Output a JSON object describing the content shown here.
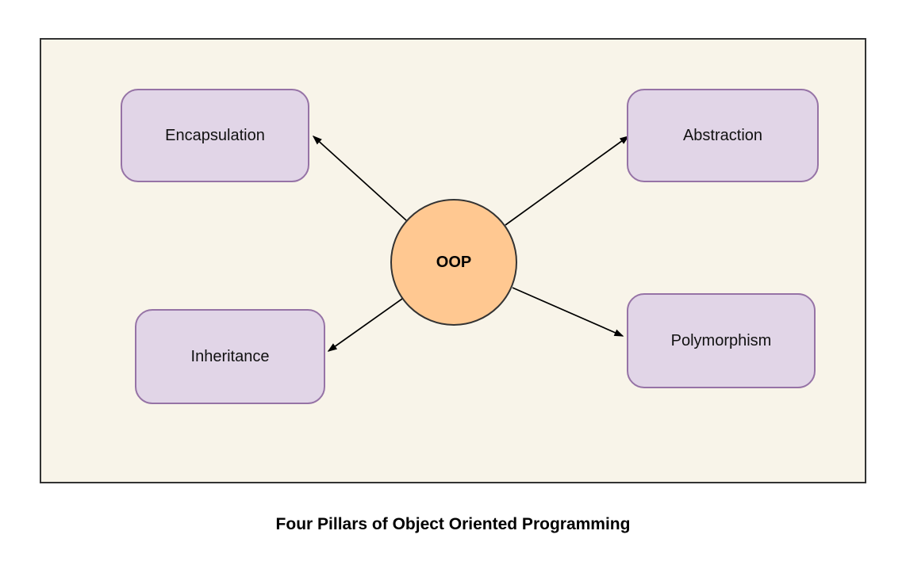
{
  "diagram": {
    "caption": "Four Pillars of Object Oriented Programming",
    "center_node": {
      "label": "OOP"
    },
    "nodes": [
      {
        "id": "encapsulation",
        "label": "Encapsulation",
        "position": "top-left"
      },
      {
        "id": "abstraction",
        "label": "Abstraction",
        "position": "top-right"
      },
      {
        "id": "inheritance",
        "label": "Inheritance",
        "position": "bottom-left"
      },
      {
        "id": "polymorphism",
        "label": "Polymorphism",
        "position": "bottom-right"
      }
    ],
    "edges": [
      {
        "from": "OOP",
        "to": "Encapsulation",
        "arrow": "filled-triangle"
      },
      {
        "from": "OOP",
        "to": "Abstraction",
        "arrow": "filled-triangle"
      },
      {
        "from": "OOP",
        "to": "Inheritance",
        "arrow": "filled-triangle"
      },
      {
        "from": "OOP",
        "to": "Polymorphism",
        "arrow": "filled-triangle"
      }
    ]
  },
  "colors": {
    "page-bg": "#FFFFFF",
    "canvas-bg": "#F8F4E9",
    "frame-border": "#333333",
    "node-fill": "#E1D5E7",
    "node-border": "#9673A6",
    "center-fill": "#FFC891",
    "center-border": "#333333",
    "arrow": "#000000",
    "text": "#111111"
  }
}
